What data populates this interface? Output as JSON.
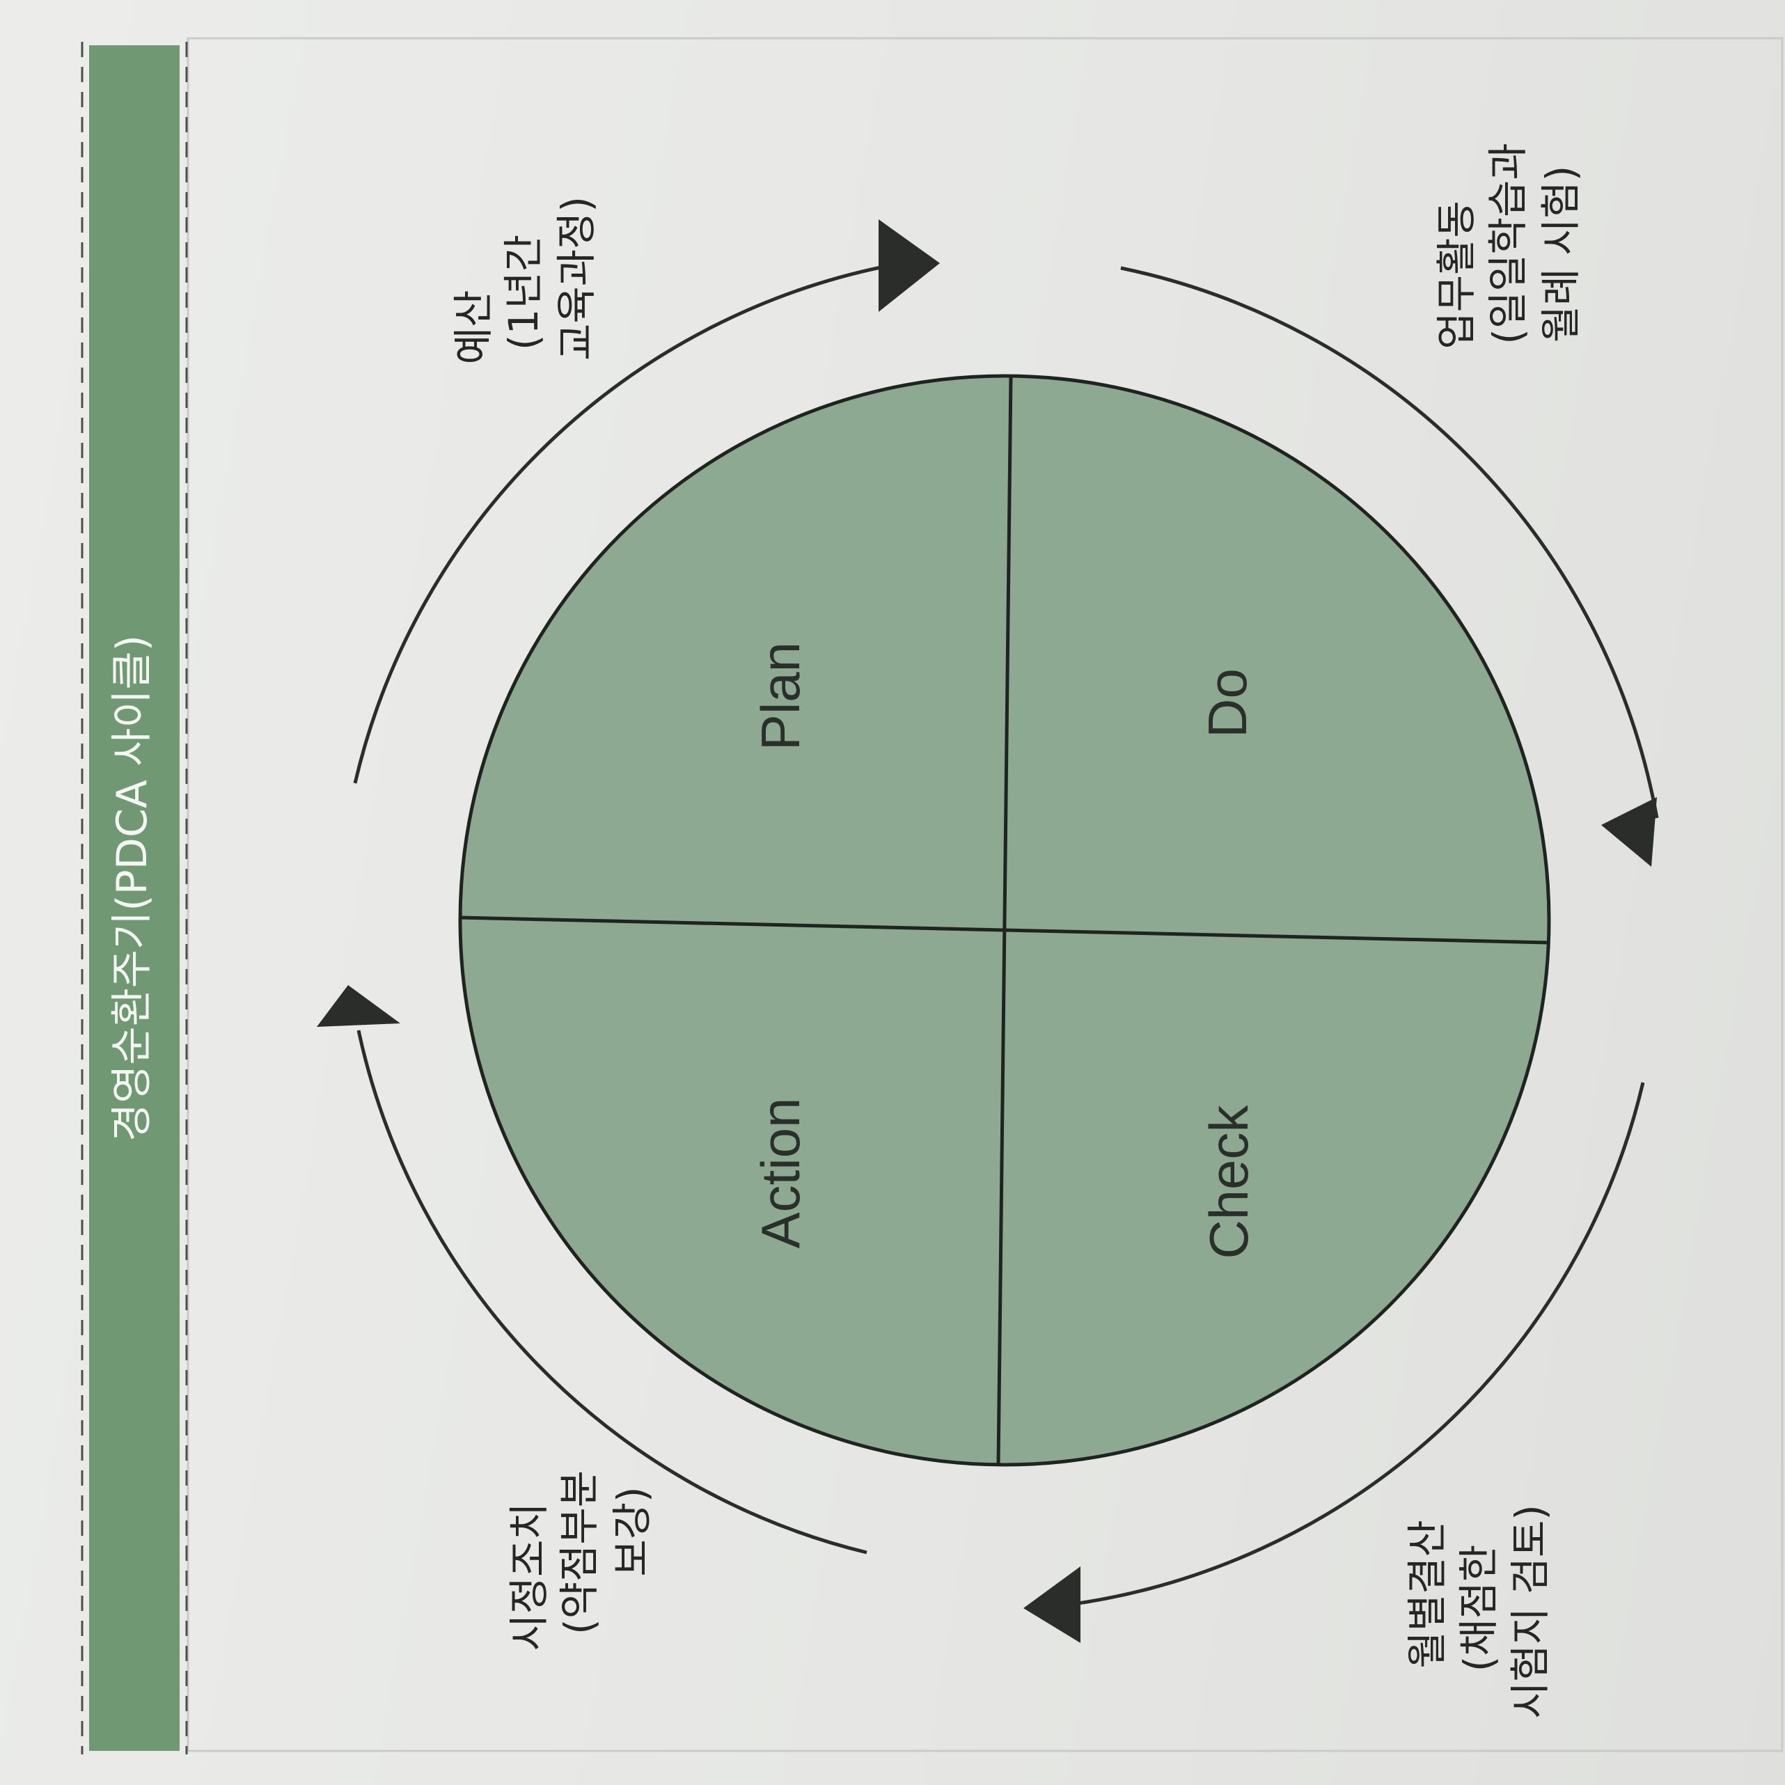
{
  "title": "경영순환주기(PDCA 사이클)",
  "colors": {
    "banner": "#6f9873",
    "circle_fill": "#8ea991",
    "circle_stroke": "#1f2420",
    "arrow": "#2b2d2b",
    "text": "#262626"
  },
  "quadrants": {
    "plan": "Plan",
    "do": "Do",
    "check": "Check",
    "action": "Action"
  },
  "labels": {
    "plan": {
      "line1": "예산",
      "line2": "(1년간",
      "line3": "교육과정)"
    },
    "do": {
      "line1": "업무활동",
      "line2": "(일일학습과",
      "line3": "월례 시험)"
    },
    "check": {
      "line1": "월별결산",
      "line2": "(채점한",
      "line3": "시험지 검토)"
    },
    "action": {
      "line1": "시정조치",
      "line2": "(약점부분",
      "line3": "보강)"
    }
  }
}
